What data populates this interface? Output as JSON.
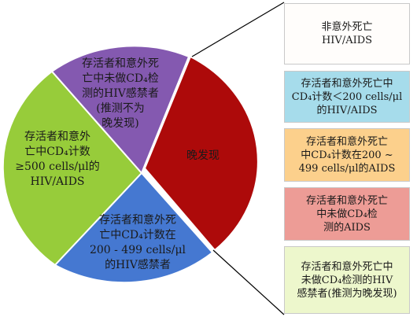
{
  "colors": {
    "late": "#ad0a0a",
    "purple": "#8459b0",
    "green": "#97cc3a",
    "blue": "#4578d1",
    "legend_white": "#fffdfb",
    "legend_cyan": "#a6dceb",
    "legend_orange": "#fcd08c",
    "legend_pink": "#ed9c96",
    "legend_lightgreen": "#edf7cc"
  },
  "segments": {
    "late": {
      "label": "晚发现"
    },
    "purple": {
      "line1": "存活者和意外死",
      "line2": "亡中未做CD₄检",
      "line3": "测的HIV感禁者",
      "line4": "(推测不为",
      "line5": "晚发现)"
    },
    "green": {
      "line1": "存活者和意外",
      "line2": "亡中CD₄计数",
      "line3": "≥500 cells/μl的",
      "line4": "HIV/AIDS"
    },
    "blue": {
      "line1": "存活者和意外死",
      "line2": "亡中CD₄计数在",
      "line3": "200 - 499 cells/μl",
      "line4": "的HIV感禁者"
    }
  },
  "legend": [
    {
      "line1": "非意外死亡",
      "line2": "HIV/AIDS"
    },
    {
      "line1": "存活者和意外死亡中",
      "line2": "CD₄计数＜200 cells/μl",
      "line3": "的HIV/AIDS"
    },
    {
      "line1": "存活者和意外死亡",
      "line2": "中CD₄计数在200 ~",
      "line3": "499 cells/μl的AIDS"
    },
    {
      "line1": "存活者和意外死亡",
      "line2": "中未做CD₄检",
      "line3": "测的AIDS"
    },
    {
      "line1": "存活者和意外死亡中",
      "line2": "未做CD₄检测的HIV",
      "line3": "感禁者(推测为晚发现)"
    }
  ]
}
